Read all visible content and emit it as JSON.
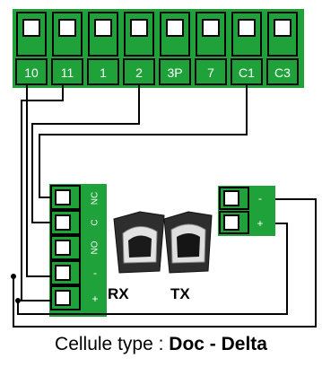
{
  "terminal_block": {
    "labels": [
      "10",
      "11",
      "1",
      "2",
      "3P",
      "7",
      "C1",
      "C3"
    ]
  },
  "receiver": {
    "terminals": [
      "NC",
      "C",
      "NO",
      "-",
      "+"
    ],
    "name": "RX"
  },
  "transmitter": {
    "terminals": [
      "-",
      "+"
    ],
    "name": "TX"
  },
  "caption": {
    "prefix": "Cellule type :",
    "model": "Doc - Delta"
  }
}
